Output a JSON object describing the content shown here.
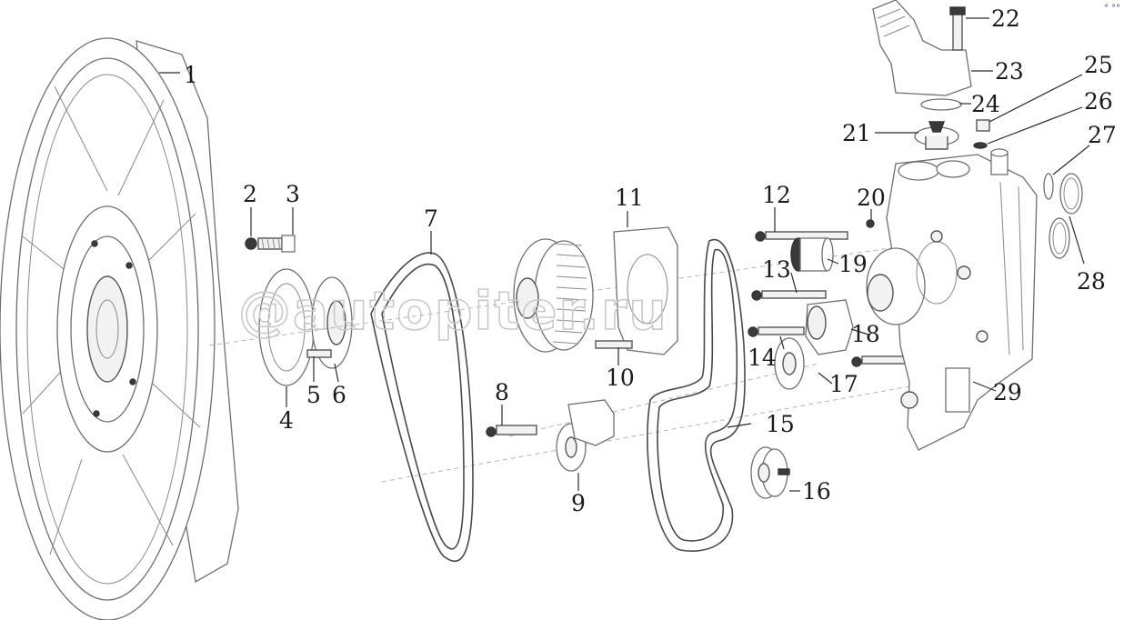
{
  "watermark": "@autopiter.ru",
  "corner_mark": "° °°",
  "callouts": [
    "1",
    "2",
    "3",
    "4",
    "5",
    "6",
    "7",
    "8",
    "9",
    "10",
    "11",
    "12",
    "13",
    "14",
    "15",
    "16",
    "17",
    "18",
    "19",
    "20",
    "21",
    "22",
    "23",
    "24",
    "25",
    "26",
    "27",
    "28",
    "29"
  ],
  "parts": [
    {
      "id": "fan",
      "icon": "fan-icon"
    },
    {
      "id": "bolt",
      "icon": "bolt-icon"
    },
    {
      "id": "pulley",
      "icon": "pulley-icon"
    },
    {
      "id": "belt",
      "icon": "belt-icon"
    },
    {
      "id": "tensioner",
      "icon": "tensioner-icon"
    },
    {
      "id": "water-pump",
      "icon": "pump-housing-icon"
    },
    {
      "id": "thermostat",
      "icon": "thermostat-icon"
    },
    {
      "id": "outlet-elbow",
      "icon": "elbow-icon"
    },
    {
      "id": "o-ring",
      "icon": "ring-icon"
    }
  ]
}
